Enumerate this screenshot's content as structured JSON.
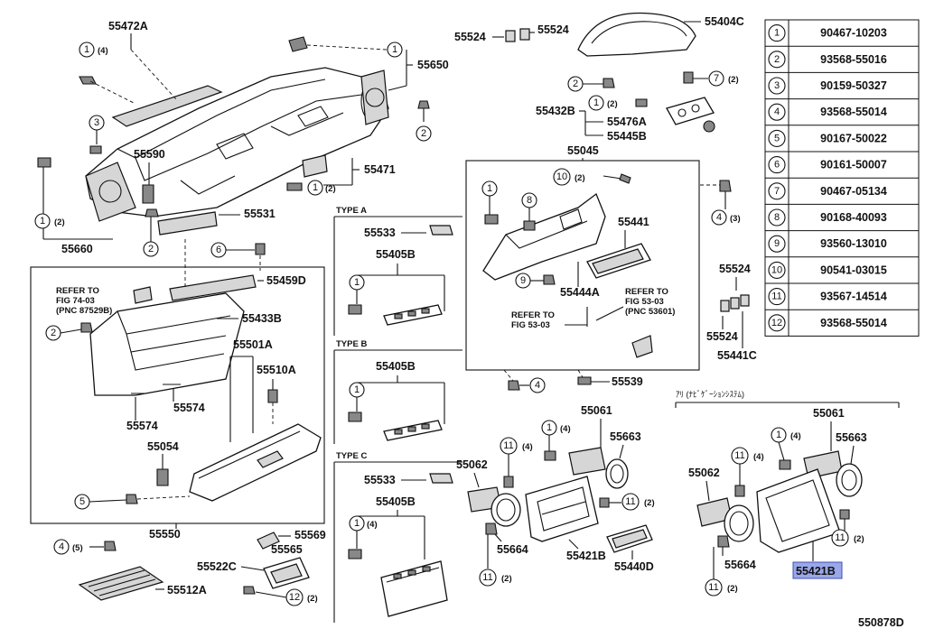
{
  "table": {
    "rows": [
      {
        "num": "1",
        "part": "90467-10203"
      },
      {
        "num": "2",
        "part": "93568-55016"
      },
      {
        "num": "3",
        "part": "90159-50327"
      },
      {
        "num": "4",
        "part": "93568-55014"
      },
      {
        "num": "5",
        "part": "90167-50022"
      },
      {
        "num": "6",
        "part": "90161-50007"
      },
      {
        "num": "7",
        "part": "90467-05134"
      },
      {
        "num": "8",
        "part": "90168-40093"
      },
      {
        "num": "9",
        "part": "93560-13010"
      },
      {
        "num": "10",
        "part": "90541-03015"
      },
      {
        "num": "11",
        "part": "93567-14514"
      },
      {
        "num": "12",
        "part": "93568-55014"
      }
    ]
  },
  "labels": {
    "p55472A": "55472A",
    "p55650": "55650",
    "p55590": "55590",
    "p55471": "55471",
    "p55531": "55531",
    "p55660": "55660",
    "p55459D": "55459D",
    "p55433B": "55433B",
    "p55501A": "55501A",
    "p55510A": "55510A",
    "p55574a": "55574",
    "p55574b": "55574",
    "p55054": "55054",
    "p55550": "55550",
    "p55569": "55569",
    "p55565": "55565",
    "p55522C": "55522C",
    "p55512A": "55512A",
    "p55524a": "55524",
    "p55524b": "55524",
    "p55404C": "55404C",
    "p55432B": "55432B",
    "p55476A": "55476A",
    "p55445B": "55445B",
    "p55045": "55045",
    "p55441": "55441",
    "p55444A": "55444A",
    "p55539": "55539",
    "p55524c": "55524",
    "p55524d": "55524",
    "p55441C": "55441C",
    "p55533a": "55533",
    "p55405Ba": "55405B",
    "p55405Bb": "55405B",
    "p55533b": "55533",
    "p55405Bc": "55405B",
    "p55062a": "55062",
    "p55061a": "55061",
    "p55663a": "55663",
    "p55664a": "55664",
    "p55421B": "55421B",
    "p55440D": "55440D",
    "p55061b": "55061",
    "p55663b": "55663",
    "p55062b": "55062",
    "p55664b": "55664",
    "p55421Bhl": "55421B",
    "typeA": "TYPE A",
    "typeB": "TYPE B",
    "typeC": "TYPE C",
    "refer1a": "REFER TO",
    "refer1b": "FIG 74-03",
    "refer1c": "(PNC 87529B)",
    "refer2a": "REFER TO",
    "refer2b": "FIG 53-03",
    "refer3a": "REFER TO",
    "refer3b": "FIG 53-03",
    "refer3c": "(PNC 53601)",
    "navNote": "ｱﾘ (ﾅﾋﾞｹﾞｰｼｮﾝｼｽﾃﾑ)",
    "figId": "550878D"
  },
  "qty": {
    "q4": "(4)",
    "q2": "(2)",
    "q3": "(3)",
    "q5": "(5)"
  },
  "colors": {
    "highlight": "#9aa7e8"
  }
}
